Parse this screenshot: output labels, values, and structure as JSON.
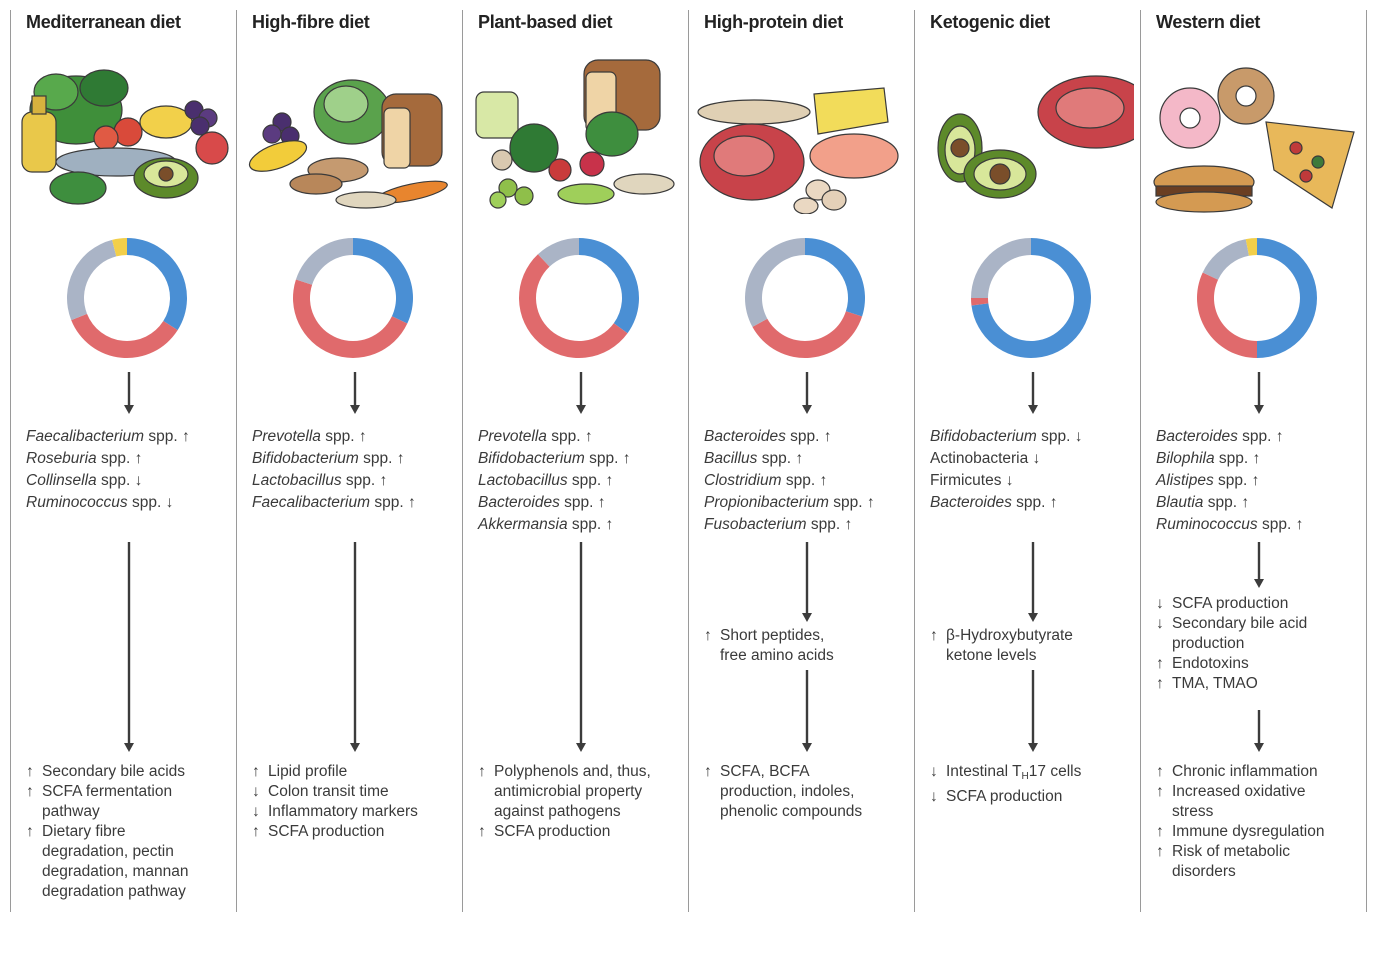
{
  "colors": {
    "blue": "#4a8fd4",
    "red": "#e06a6c",
    "grey": "#aab4c6",
    "yellow": "#f2cf4a",
    "arrow": "#3c3c3c",
    "divider": "#9a9a9a"
  },
  "columns": [
    {
      "title": "Mediterranean diet",
      "food_icon": "mediterranean-food-icon",
      "composition": [
        {
          "color": "blue",
          "value": 0.34
        },
        {
          "color": "red",
          "value": 0.35
        },
        {
          "color": "grey",
          "value": 0.27
        },
        {
          "color": "yellow",
          "value": 0.04
        }
      ],
      "taxa": [
        {
          "name": "Faecalibacterium",
          "suffix": "spp.",
          "arrow": "↑"
        },
        {
          "name": "Roseburia",
          "suffix": "spp.",
          "arrow": "↑"
        },
        {
          "name": "Collinsella",
          "suffix": "spp.",
          "arrow": "↓"
        },
        {
          "name": "Ruminococcus",
          "suffix": "spp.",
          "arrow": "↓"
        }
      ],
      "outcomes": [
        {
          "sym": "↑",
          "lines": [
            "Secondary bile acids"
          ]
        },
        {
          "sym": "↑",
          "lines": [
            "SCFA fermentation",
            "pathway"
          ]
        },
        {
          "sym": "↑",
          "lines": [
            "Dietary fibre",
            "degradation, pectin",
            "degradation, mannan",
            "degradation pathway"
          ]
        }
      ]
    },
    {
      "title": "High-fibre diet",
      "food_icon": "high-fibre-food-icon",
      "composition": [
        {
          "color": "blue",
          "value": 0.32
        },
        {
          "color": "red",
          "value": 0.48
        },
        {
          "color": "grey",
          "value": 0.2
        }
      ],
      "taxa": [
        {
          "name": "Prevotella",
          "suffix": "spp.",
          "arrow": "↑"
        },
        {
          "name": "Bifidobacterium",
          "suffix": "spp.",
          "arrow": "↑"
        },
        {
          "name": "Lactobacillus",
          "suffix": "spp.",
          "arrow": "↑"
        },
        {
          "name": "Faecalibacterium",
          "suffix": "spp.",
          "arrow": "↑"
        }
      ],
      "outcomes": [
        {
          "sym": "↑",
          "lines": [
            "Lipid profile"
          ]
        },
        {
          "sym": "↓",
          "lines": [
            "Colon transit time"
          ]
        },
        {
          "sym": "↓",
          "lines": [
            "Inflammatory markers"
          ]
        },
        {
          "sym": "↑",
          "lines": [
            "SCFA production"
          ]
        }
      ]
    },
    {
      "title": "Plant-based diet",
      "food_icon": "plant-based-food-icon",
      "composition": [
        {
          "color": "blue",
          "value": 0.35
        },
        {
          "color": "red",
          "value": 0.53
        },
        {
          "color": "grey",
          "value": 0.12
        }
      ],
      "taxa": [
        {
          "name": "Prevotella",
          "suffix": "spp.",
          "arrow": "↑"
        },
        {
          "name": "Bifidobacterium",
          "suffix": "spp.",
          "arrow": "↑"
        },
        {
          "name": "Lactobacillus",
          "suffix": "spp.",
          "arrow": "↑"
        },
        {
          "name": "Bacteroides",
          "suffix": "spp.",
          "arrow": "↑"
        },
        {
          "name": "Akkermansia",
          "suffix": "spp.",
          "arrow": "↑"
        }
      ],
      "outcomes": [
        {
          "sym": "↑",
          "lines": [
            "Polyphenols and, thus,",
            "antimicrobial property",
            "against pathogens"
          ]
        },
        {
          "sym": "↑",
          "lines": [
            "SCFA production"
          ]
        }
      ]
    },
    {
      "title": "High-protein diet",
      "food_icon": "high-protein-food-icon",
      "composition": [
        {
          "color": "blue",
          "value": 0.3
        },
        {
          "color": "red",
          "value": 0.37
        },
        {
          "color": "grey",
          "value": 0.33
        }
      ],
      "taxa": [
        {
          "name": "Bacteroides",
          "suffix": "spp.",
          "arrow": "↑"
        },
        {
          "name": "Bacillus",
          "suffix": "spp.",
          "arrow": "↑"
        },
        {
          "name": "Clostridium",
          "suffix": "spp.",
          "arrow": "↑"
        },
        {
          "name": "Propionibacterium",
          "suffix": "spp.",
          "arrow": "↑"
        },
        {
          "name": "Fusobacterium",
          "suffix": "spp.",
          "arrow": "↑"
        }
      ],
      "mid_outcomes": [
        {
          "sym": "↑",
          "lines": [
            "Short peptides,",
            "free amino acids"
          ]
        }
      ],
      "outcomes": [
        {
          "sym": "↑",
          "lines": [
            "SCFA, BCFA",
            "production, indoles,",
            "phenolic compounds"
          ]
        }
      ]
    },
    {
      "title": "Ketogenic diet",
      "food_icon": "ketogenic-food-icon",
      "composition": [
        {
          "color": "blue",
          "value": 0.73
        },
        {
          "color": "red",
          "value": 0.02
        },
        {
          "color": "grey",
          "value": 0.25
        }
      ],
      "taxa": [
        {
          "name": "Bifidobacterium",
          "suffix": "spp.",
          "arrow": "↓"
        },
        {
          "name": "",
          "suffix": "Actinobacteria",
          "arrow": "↓"
        },
        {
          "name": "",
          "suffix": "Firmicutes",
          "arrow": "↓"
        },
        {
          "name": "Bacteroides",
          "suffix": "spp.",
          "arrow": "↑"
        }
      ],
      "mid_outcomes": [
        {
          "sym": "↑",
          "lines": [
            "β-Hydroxybutyrate",
            "ketone levels"
          ]
        }
      ],
      "outcomes": [
        {
          "sym": "↓",
          "pre": "Intestinal T",
          "sub": "H",
          "post": "17 cells"
        },
        {
          "sym": "↓",
          "lines": [
            "SCFA production"
          ]
        }
      ]
    },
    {
      "title": "Western diet",
      "food_icon": "western-food-icon",
      "composition": [
        {
          "color": "blue",
          "value": 0.5
        },
        {
          "color": "red",
          "value": 0.32
        },
        {
          "color": "grey",
          "value": 0.15
        },
        {
          "color": "yellow",
          "value": 0.03
        }
      ],
      "taxa": [
        {
          "name": "Bacteroides",
          "suffix": "spp.",
          "arrow": "↑"
        },
        {
          "name": "Bilophila",
          "suffix": "spp.",
          "arrow": "↑"
        },
        {
          "name": "Alistipes",
          "suffix": "spp.",
          "arrow": "↑"
        },
        {
          "name": "Blautia",
          "suffix": "spp.",
          "arrow": "↑"
        },
        {
          "name": "Ruminococcus",
          "suffix": "spp.",
          "arrow": "↑"
        }
      ],
      "mid_outcomes": [
        {
          "sym": "↓",
          "lines": [
            "SCFA production"
          ]
        },
        {
          "sym": "↓",
          "lines": [
            "Secondary bile acid",
            "production"
          ]
        },
        {
          "sym": "↑",
          "lines": [
            "Endotoxins"
          ]
        },
        {
          "sym": "↑",
          "lines": [
            "TMA, TMAO"
          ]
        }
      ],
      "outcomes": [
        {
          "sym": "↑",
          "lines": [
            "Chronic inflammation"
          ]
        },
        {
          "sym": "↑",
          "lines": [
            "Increased oxidative",
            "stress"
          ]
        },
        {
          "sym": "↑",
          "lines": [
            "Immune dysregulation"
          ]
        },
        {
          "sym": "↑",
          "lines": [
            "Risk of metabolic",
            "disorders"
          ]
        }
      ]
    }
  ]
}
